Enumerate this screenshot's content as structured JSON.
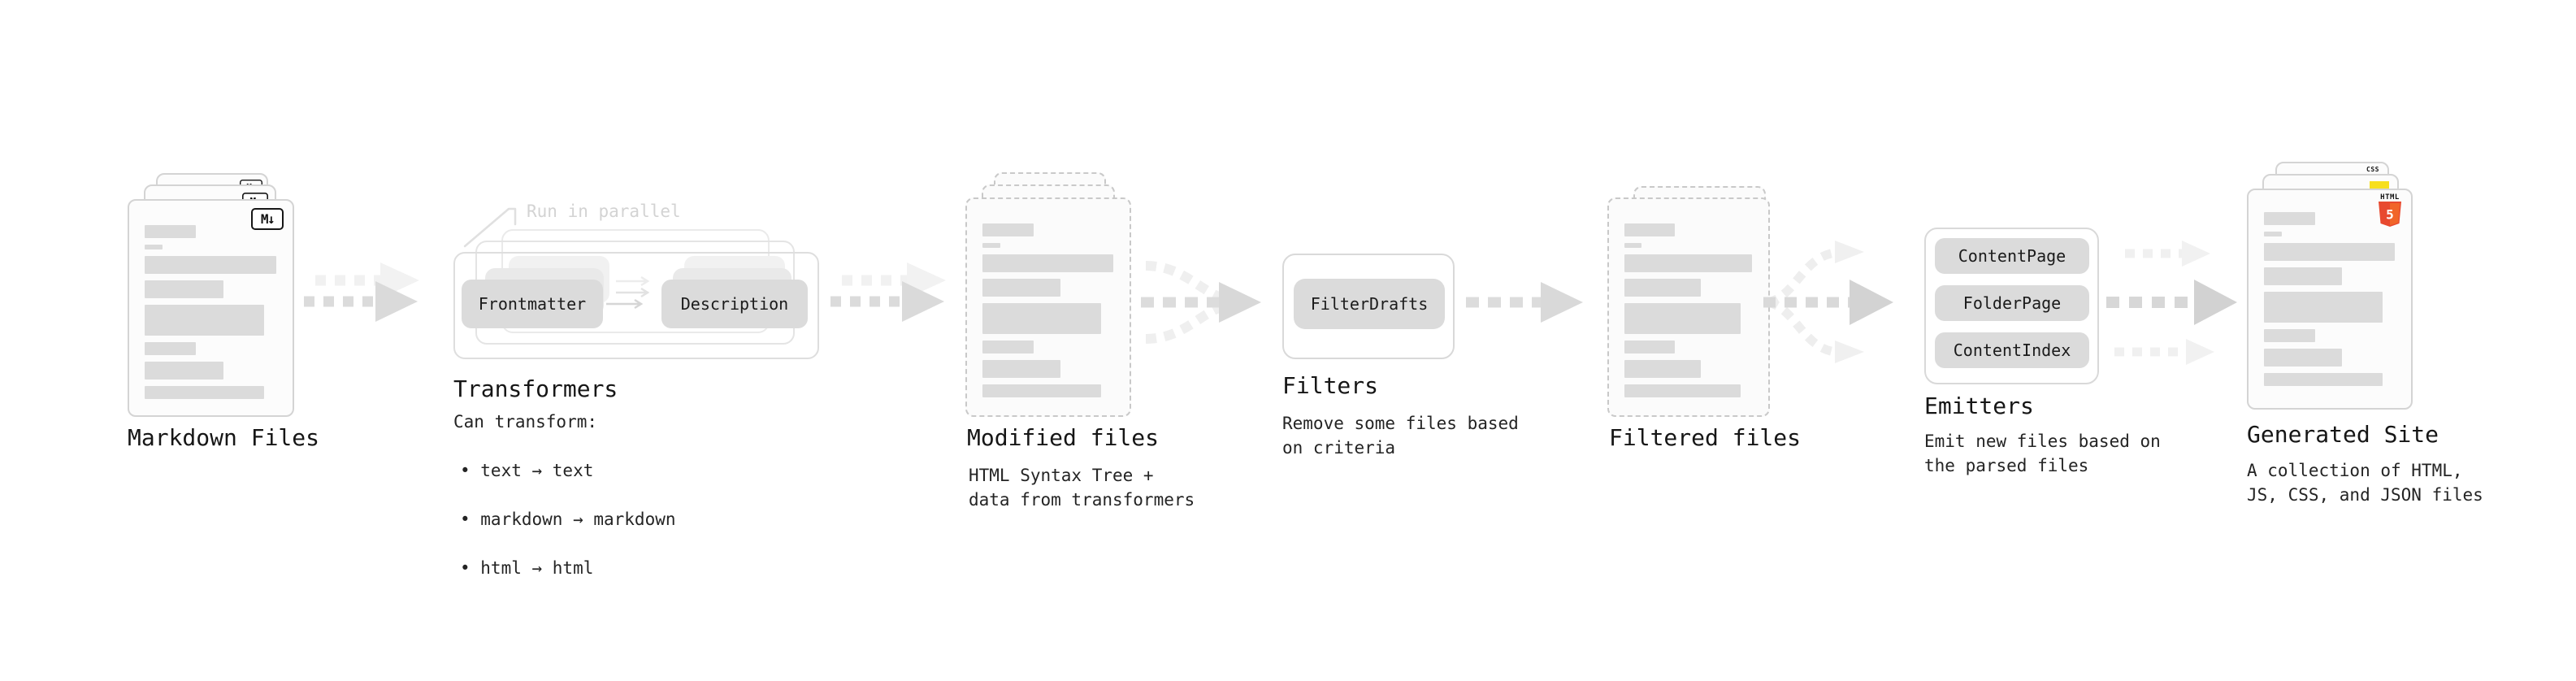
{
  "stages": {
    "markdown_files": {
      "title": "Markdown Files"
    },
    "transformers": {
      "title": "Transformers",
      "annotation": "Run in parallel",
      "nodes": [
        "Frontmatter",
        "Description"
      ],
      "note_title": "Can transform:",
      "note_items": [
        "• text → text",
        "• markdown → markdown",
        "• html → html"
      ]
    },
    "modified_files": {
      "title": "Modified files",
      "note": "HTML Syntax Tree +\ndata from transformers"
    },
    "filters": {
      "title": "Filters",
      "nodes": [
        "FilterDrafts"
      ],
      "note": "Remove some files based\non criteria"
    },
    "filtered_files": {
      "title": "Filtered files"
    },
    "emitters": {
      "title": "Emitters",
      "nodes": [
        "ContentPage",
        "FolderPage",
        "ContentIndex"
      ],
      "note": "Emit new files based on\nthe parsed files"
    },
    "generated_site": {
      "title": "Generated Site",
      "note": "A collection of HTML,\nJS, CSS, and JSON files"
    }
  },
  "icons": {
    "markdown_badge": "M↓",
    "html5_label": "HTML",
    "html5_numeral": "5",
    "css_label": "CSS"
  },
  "colors": {
    "html5_orange": "#e8492f",
    "js_yellow": "#f7df1e",
    "css_blue": "#2b5df5",
    "node_fill": "#dbdbdb",
    "arrow_gray": "#d9d9d9",
    "annotation_gray": "#d3d3d3"
  }
}
